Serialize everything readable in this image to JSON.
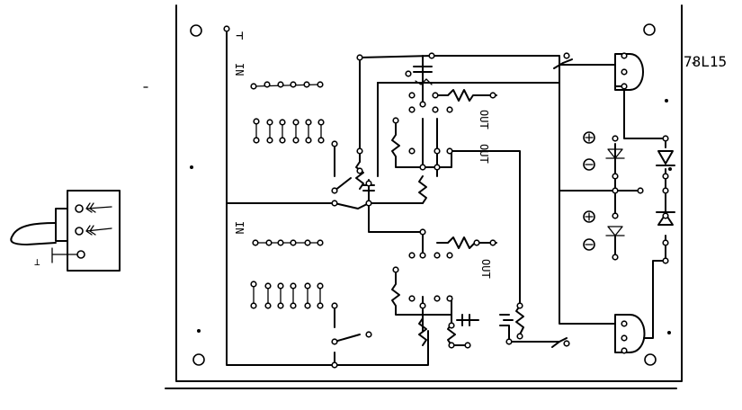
{
  "labels": {
    "regulator_part": "78L15",
    "ground_symbol": "⊣",
    "io_top": "IN",
    "io_bottom": "IN",
    "out_top_1": "OUT",
    "out_top_2": "OUT",
    "out_bottom": "OUT",
    "side_ground_mark": "⊥"
  }
}
